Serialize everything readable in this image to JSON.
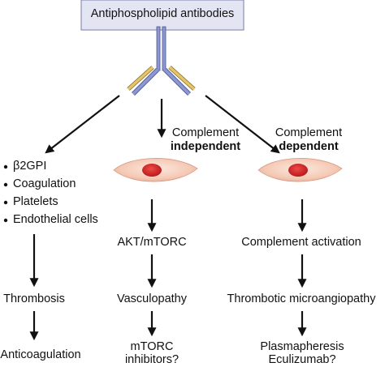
{
  "header": {
    "title": "Antiphospholipid antibodies"
  },
  "left": {
    "bullets": [
      "β2GPI",
      "Coagulation",
      "Platelets",
      "Endothelial cells"
    ],
    "outcome": "Thrombosis",
    "treatment": "Anticoagulation"
  },
  "middle": {
    "label_line1": "Complement",
    "label_line2": "independent",
    "pathway": "AKT/mTORC",
    "outcome": "Vasculopathy",
    "treatment_line1": "mTORC",
    "treatment_line2": "inhibitors?"
  },
  "right": {
    "label_line1": "Complement",
    "label_line2": "dependent",
    "pathway": "Complement activation",
    "outcome": "Thrombotic microangiopathy",
    "treatment_line1": "Plasmapheresis",
    "treatment_line2": "Eculizumab?"
  },
  "colors": {
    "header_fill": "#e3e6f2",
    "header_border": "#8a90b8",
    "antibody_heavy": "#8c98cf",
    "antibody_light": "#e6c46a",
    "cell_fill": "#f6d2c2",
    "nucleus": "#d42a2a"
  }
}
